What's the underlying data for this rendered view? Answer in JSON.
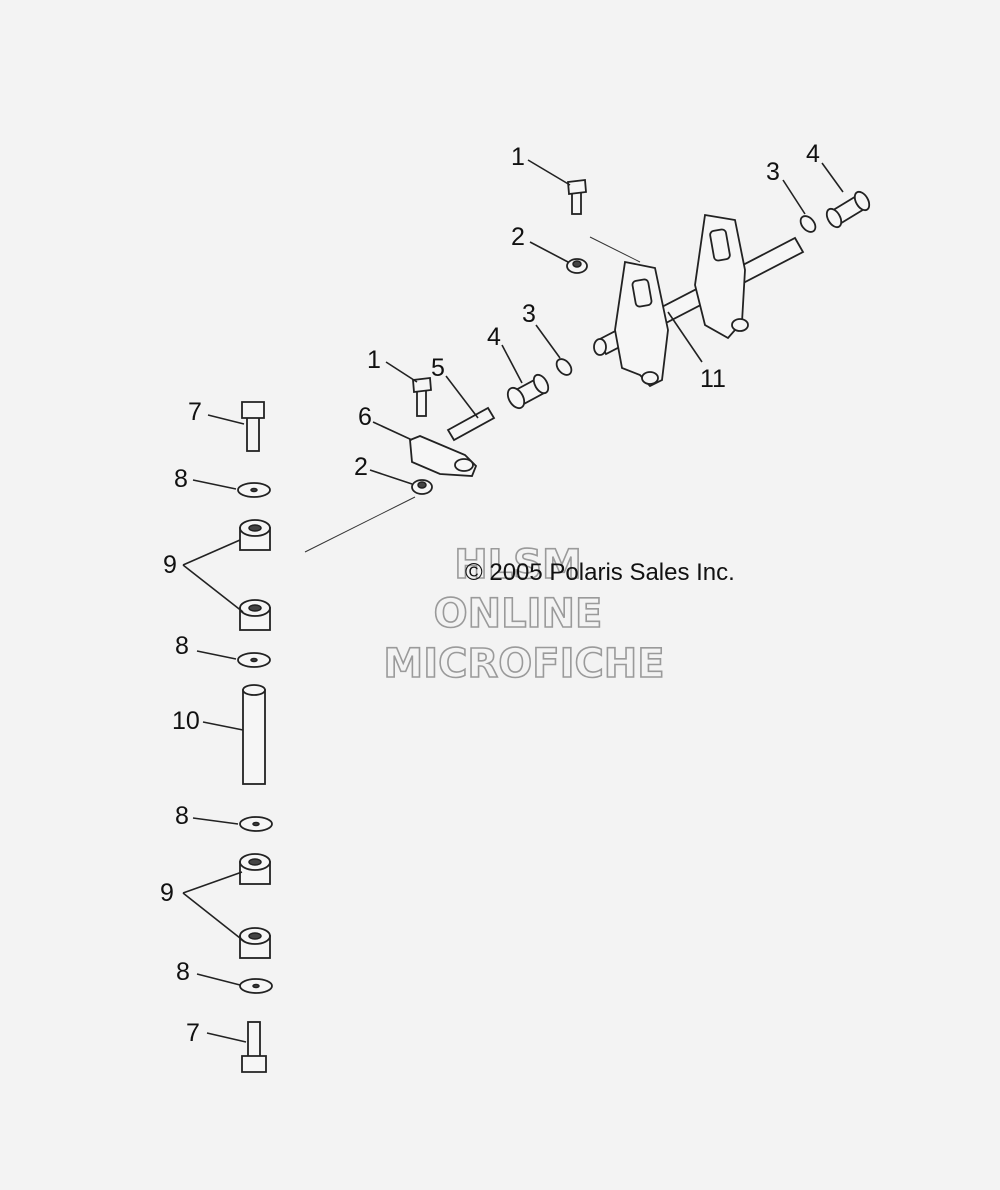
{
  "copyright": "© 2005 Polaris Sales Inc.",
  "watermark": {
    "line1": "HLSM",
    "line2": "ONLINE",
    "line3": "MICROFICHE"
  },
  "callouts": {
    "bolt_top": "1",
    "bolt_mid": "1",
    "nut_top": "2",
    "nut_mid": "2",
    "oring_right": "3",
    "oring_mid": "3",
    "bushing_right": "4",
    "bushing_mid": "4",
    "pin": "5",
    "arm": "6",
    "bolt_7_top": "7",
    "bolt_7_bottom": "7",
    "washer_8a": "8",
    "washer_8b": "8",
    "washer_8c": "8",
    "washer_8d": "8",
    "bushing_9_top": "9",
    "bushing_9_bottom": "9",
    "link_rod": "10",
    "shaft": "11"
  }
}
